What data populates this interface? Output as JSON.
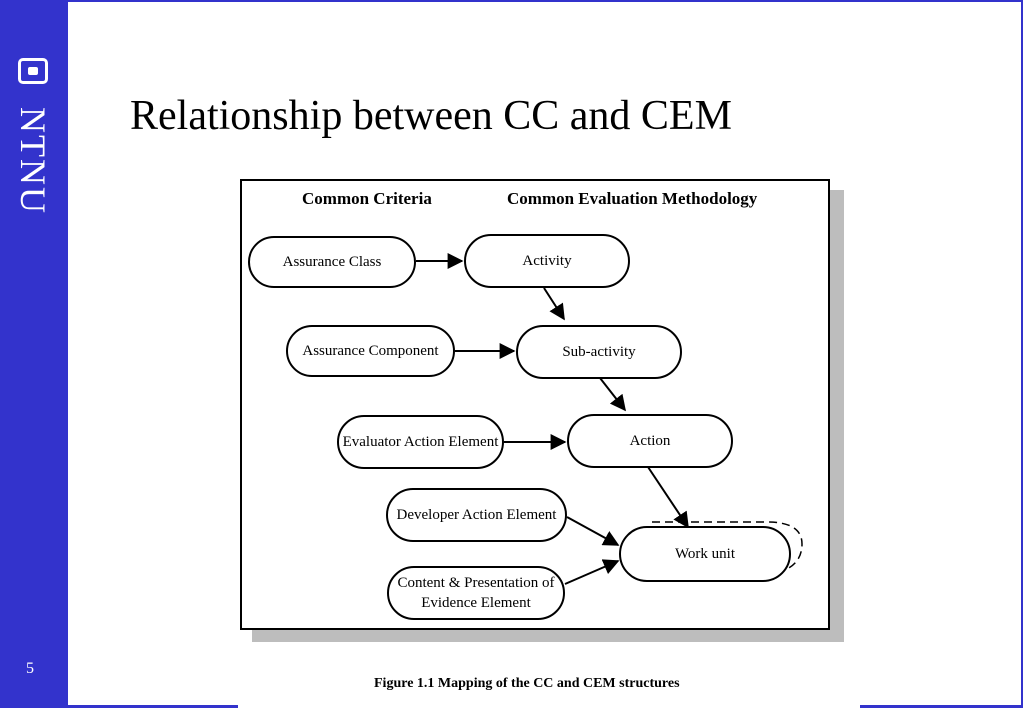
{
  "sidebar": {
    "logo_icon": "ntnu-logo-icon",
    "vertical_label": "NTNU",
    "slide_number": "5",
    "color": "#3333cc"
  },
  "slide": {
    "title": "Relationship between CC and CEM"
  },
  "diagram": {
    "col_left": "Common Criteria",
    "col_right": "Common Evaluation Methodology",
    "nodes": [
      {
        "label": "Assurance Class"
      },
      {
        "label": "Activity"
      },
      {
        "label": "Assurance Component"
      },
      {
        "label": "Sub-activity"
      },
      {
        "label": "Evaluator Action Element"
      },
      {
        "label": "Action"
      },
      {
        "label": "Developer Action Element"
      },
      {
        "label": "Work unit"
      },
      {
        "label": "Content & Presentation of Evidence Element"
      }
    ]
  },
  "caption": "Figure 1.1  Mapping of the CC and CEM structures"
}
